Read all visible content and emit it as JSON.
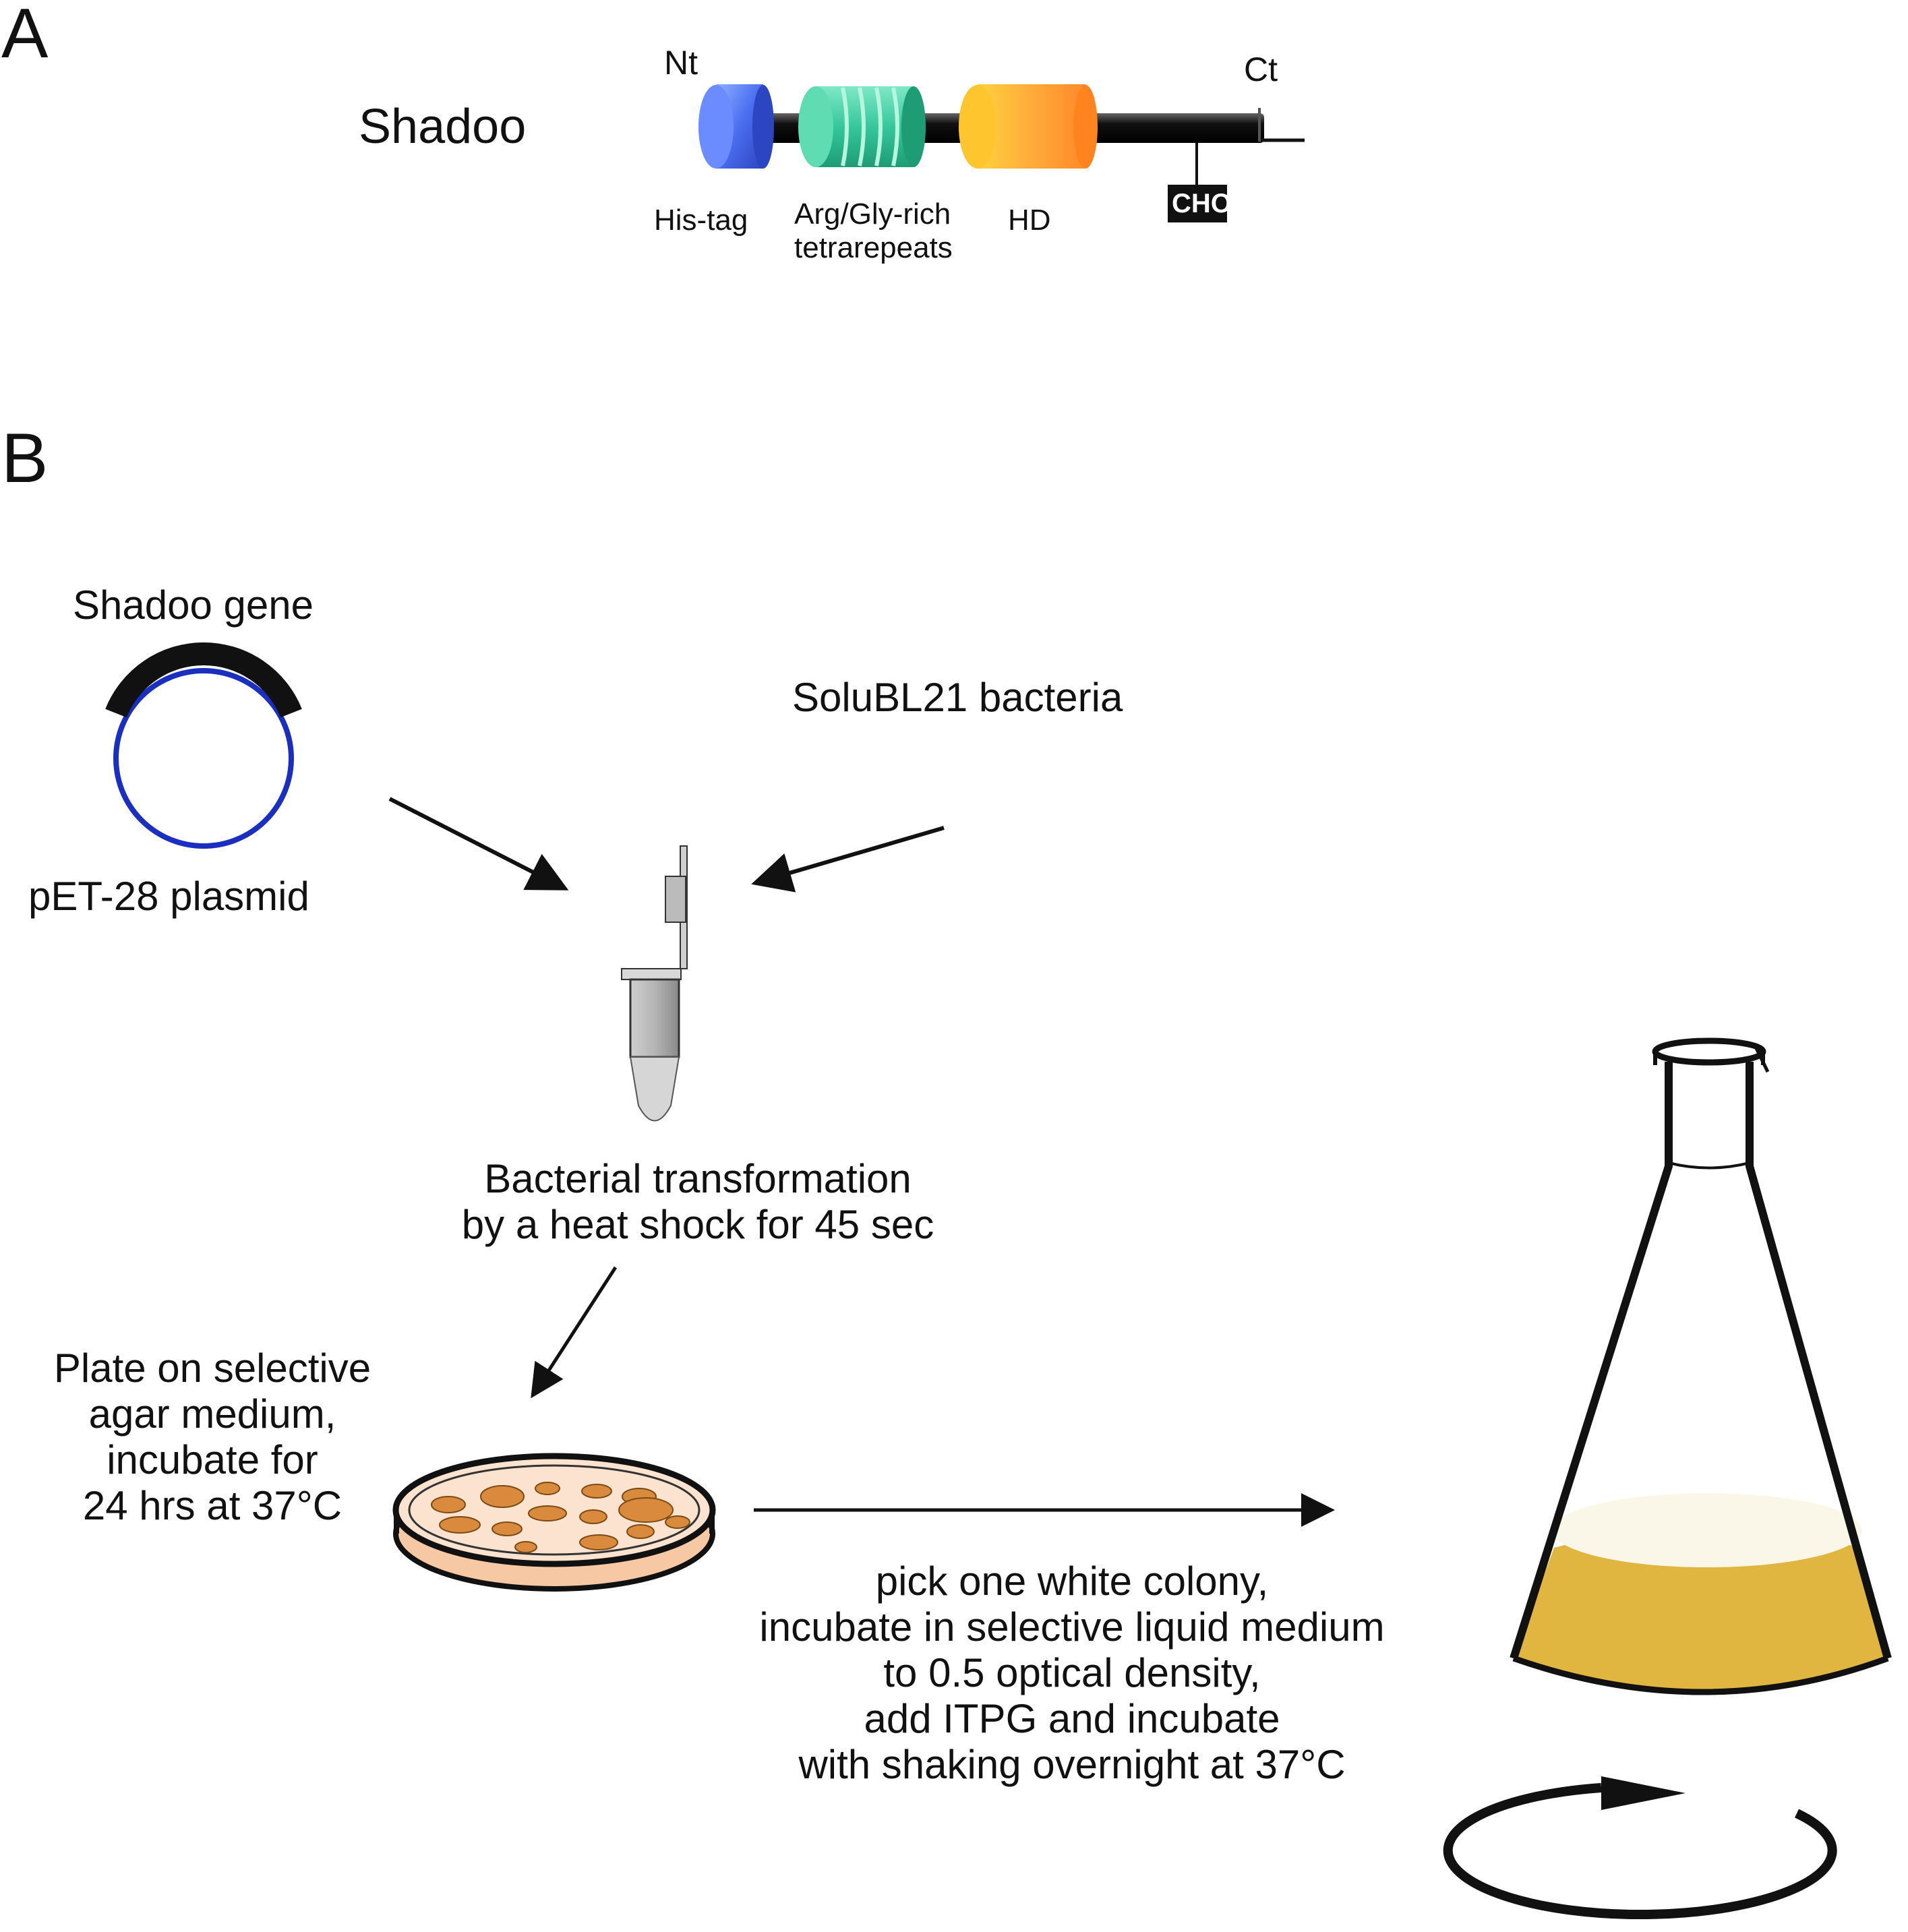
{
  "panel_a": {
    "letter": "A",
    "protein_name": "Shadoo",
    "nt": "Nt",
    "ct": "Ct",
    "domains": {
      "his_tag": "His-tag",
      "arg_gly_line1": "Arg/Gly-rich",
      "arg_gly_line2": "tetrarepeats",
      "hd": "HD",
      "cho": "CHO"
    },
    "colors": {
      "his_tag": "#5b7cf0",
      "arg_gly": "#3cc8a0",
      "hd": "#ffa43a",
      "cho_box": "#111111"
    }
  },
  "panel_b": {
    "letter": "B",
    "shadoo_gene": "Shadoo gene",
    "plasmid": "pET-28 plasmid",
    "bacteria": "SoluBL21 bacteria",
    "transformation_line1": "Bacterial transformation",
    "transformation_line2": "by a heat shock for 45 sec",
    "plate_lines": [
      "Plate on selective",
      "agar medium,",
      "incubate for",
      "24 hrs at 37°C"
    ],
    "culture_lines": [
      "pick one white colony,",
      "incubate in selective liquid medium",
      "to 0.5 optical density,",
      "add ITPG and incubate",
      "with shaking overnight at 37°C"
    ],
    "colors": {
      "plasmid_ring": "#1a2fc0",
      "agar": "#f6c9a4",
      "colony": "#d98a3c",
      "culture": "#e0b540"
    }
  }
}
